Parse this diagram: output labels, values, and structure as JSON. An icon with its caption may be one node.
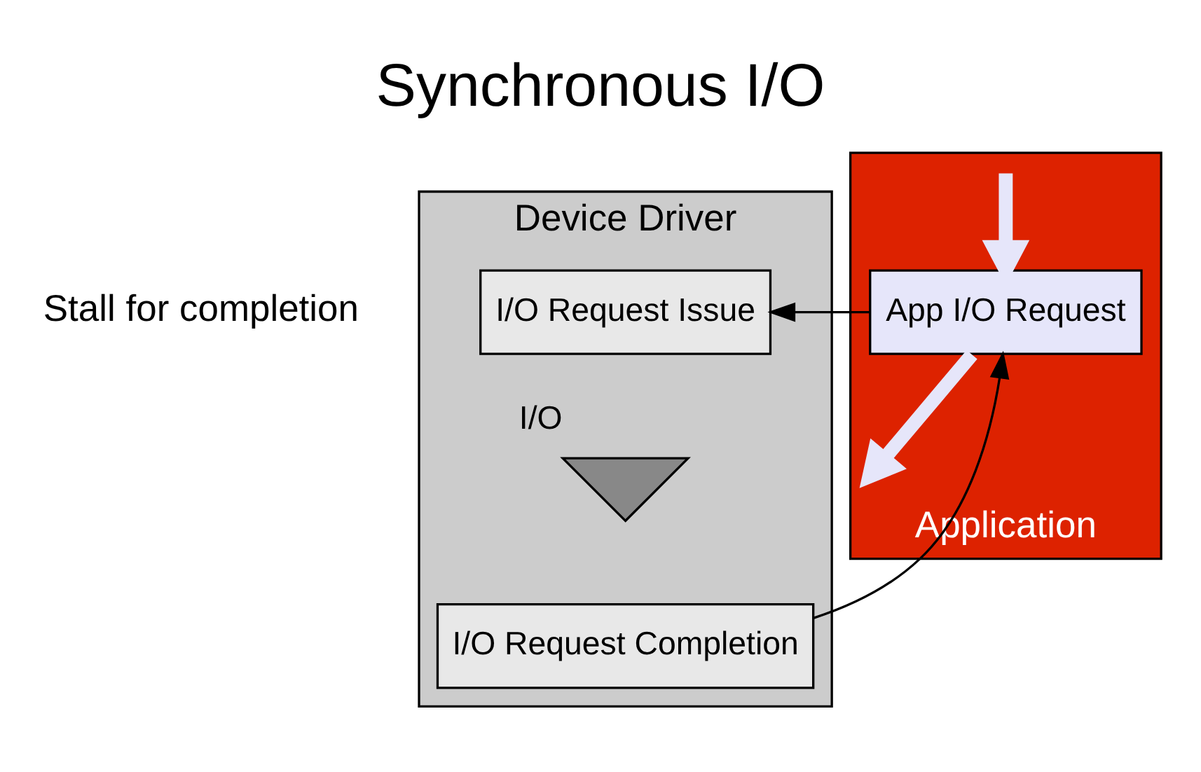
{
  "diagram": {
    "title": "Synchronous I/O",
    "nodes": [
      {
        "text": [
          "Application"
        ]
      },
      {
        "text": [
          "App I/O Request"
        ],
        "in": 0
      },
      {
        "text": [
          "Device Driver"
        ]
      },
      {
        "text": [
          "I/O Request Issue"
        ],
        "in": 2
      },
      {
        "text": [],
        "shape": "hourglass",
        "beside": [
          "I/O"
        ],
        "in": 2
      },
      {
        "text": [
          "I/O Request Completion"
        ],
        "in": 2
      }
    ],
    "edges": [
      {
        "from": 1,
        "to": 3,
        "arrow": "to"
      },
      {
        "from": 5,
        "to": 1,
        "arrow": "to"
      },
      {
        "from": 1,
        "to": null,
        "arrow": "to",
        "style": "thick",
        "color": "#e6e6fa"
      },
      {
        "from": null,
        "to": 1,
        "arrow": "to",
        "style": "thick",
        "color": "#e6e6fa"
      }
    ],
    "labels": [
      "Stall for completion"
    ]
  }
}
